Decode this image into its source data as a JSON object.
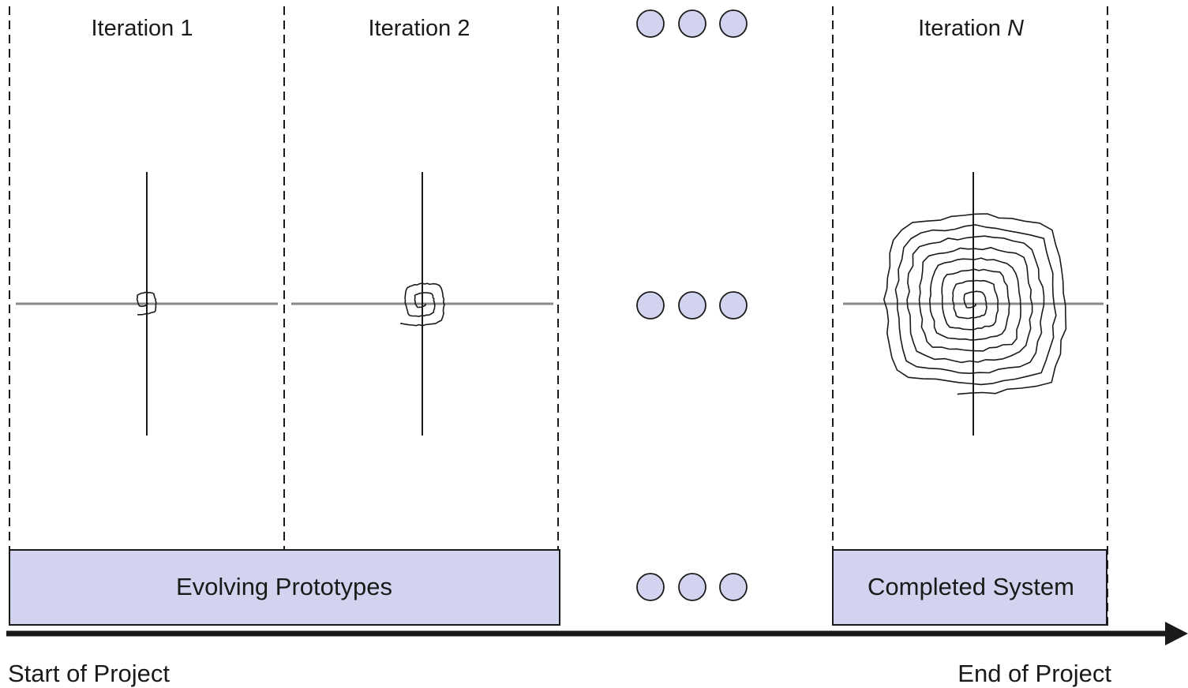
{
  "iterations": {
    "first": "Iteration 1",
    "second": "Iteration 2",
    "last_prefix": "Iteration ",
    "last_var": "N"
  },
  "bars": {
    "evolving": "Evolving Prototypes",
    "completed": "Completed System"
  },
  "timeline": {
    "start": "Start of Project",
    "end": "End of Project"
  },
  "colors": {
    "fill": "#d2d4ef",
    "ink": "#1a1a1a",
    "gray": "#8a8a8a"
  },
  "icons": {
    "ellipsis": "three-circle-ellipsis-icon",
    "spiral": "spiral-growth-icon"
  }
}
